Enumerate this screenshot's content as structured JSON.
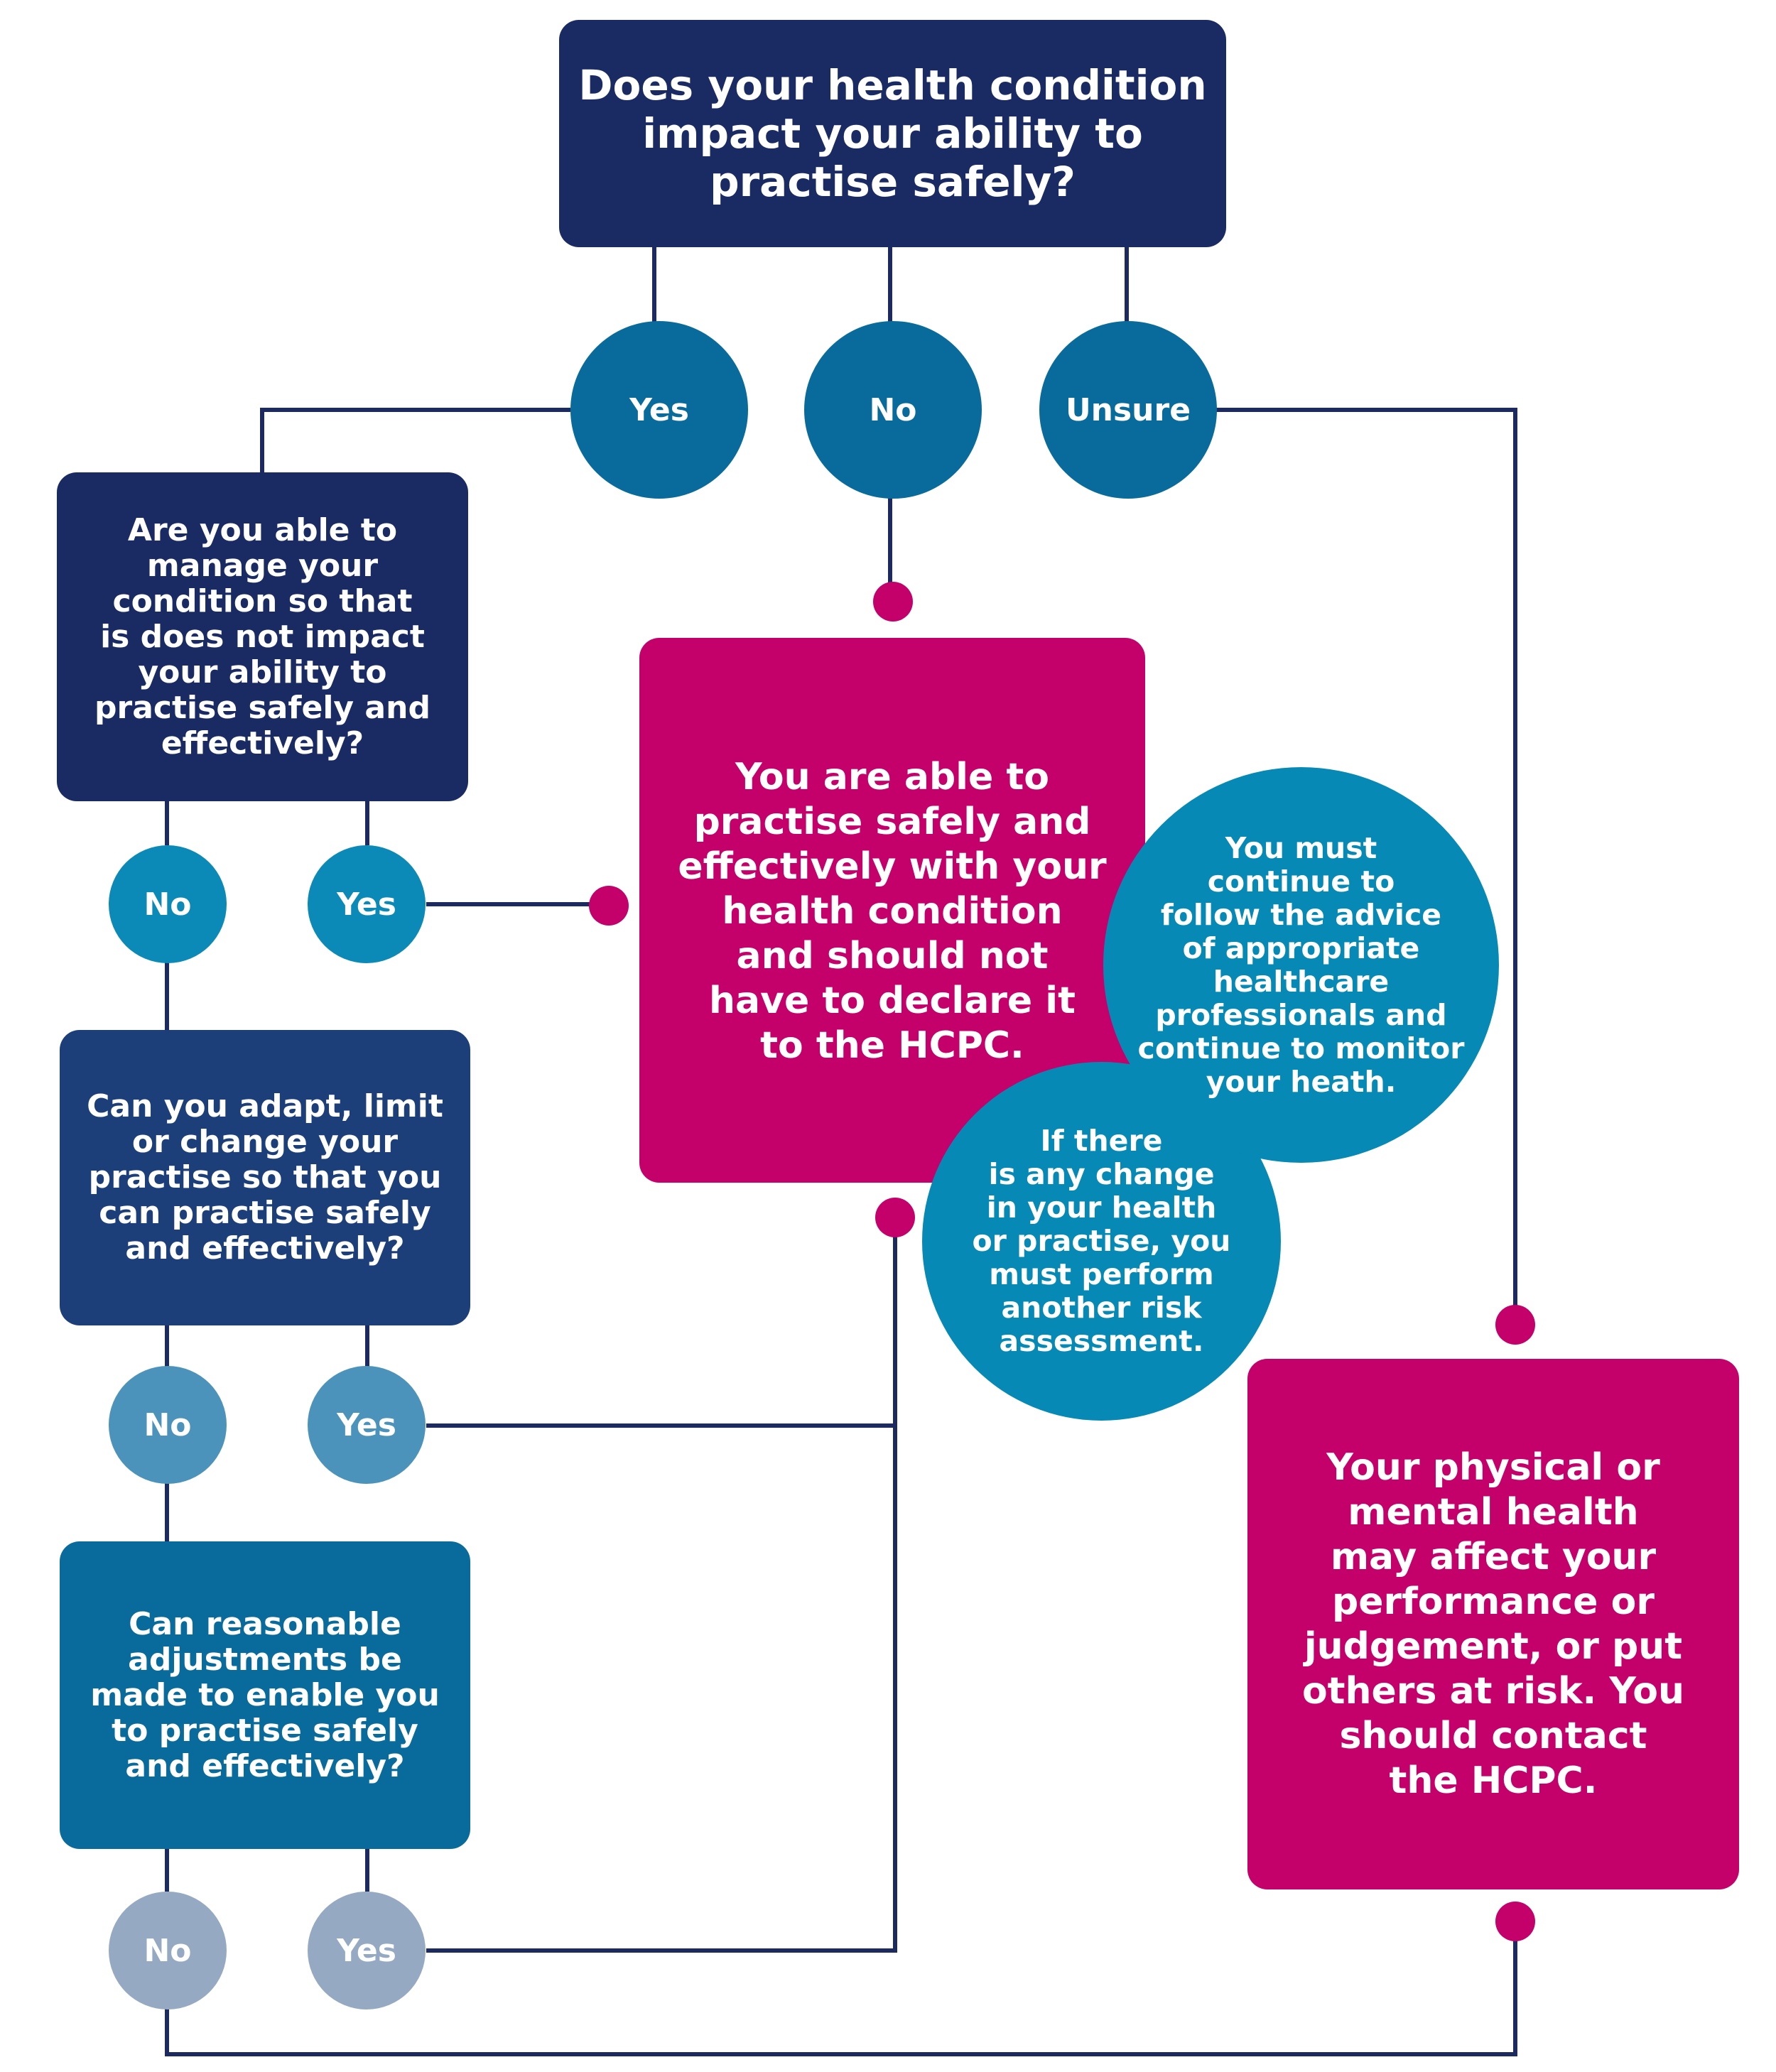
{
  "colors": {
    "line": "#1c2a60",
    "navy": "#1a2b64",
    "dark_blue": "#1c3f7a",
    "mid_blue": "#0c4f7e",
    "teal_blue": "#096b9b",
    "magenta": "#c4006b",
    "circle_top": "#096b9b",
    "circle_q1": "#0b89b7",
    "circle_q2": "#4b93bb",
    "circle_q3": "#95aac2",
    "note_blue": "#0789b5"
  },
  "questions": {
    "main": "Does your health condition\nimpact your ability to\npractise safely?",
    "manage": "Are you able to\nmanage your\ncondition so that\nis does not impact\nyour ability to\npractise safely and\neffectively?",
    "adapt": "Can you adapt, limit\nor change your\npractise so that you\ncan practise safely\nand effectively?",
    "adjust": "Can reasonable\nadjustments be\nmade to enable you\nto practise safely\nand effectively?"
  },
  "answers": {
    "top_yes": "Yes",
    "top_no": "No",
    "top_unsure": "Unsure",
    "q1_no": "No",
    "q1_yes": "Yes",
    "q2_no": "No",
    "q2_yes": "Yes",
    "q3_no": "No",
    "q3_yes": "Yes"
  },
  "outcomes": {
    "safe": "You are able to\npractise safely and\neffectively with your\nhealth condition\nand should not\nhave to declare it\nto the HCPC.",
    "contact": "Your physical or\nmental health\nmay affect your\nperformance or\njudgement, or put\nothers at risk. You\nshould contact\nthe HCPC."
  },
  "notes": {
    "follow_advice": "You must\ncontinue to\nfollow the advice\nof appropriate\nhealthcare\nprofessionals and\ncontinue to monitor\nyour heath.",
    "risk_assessment": "If there\nis any change\nin your health\nor practise, you\nmust perform\nanother risk\nassessment."
  }
}
